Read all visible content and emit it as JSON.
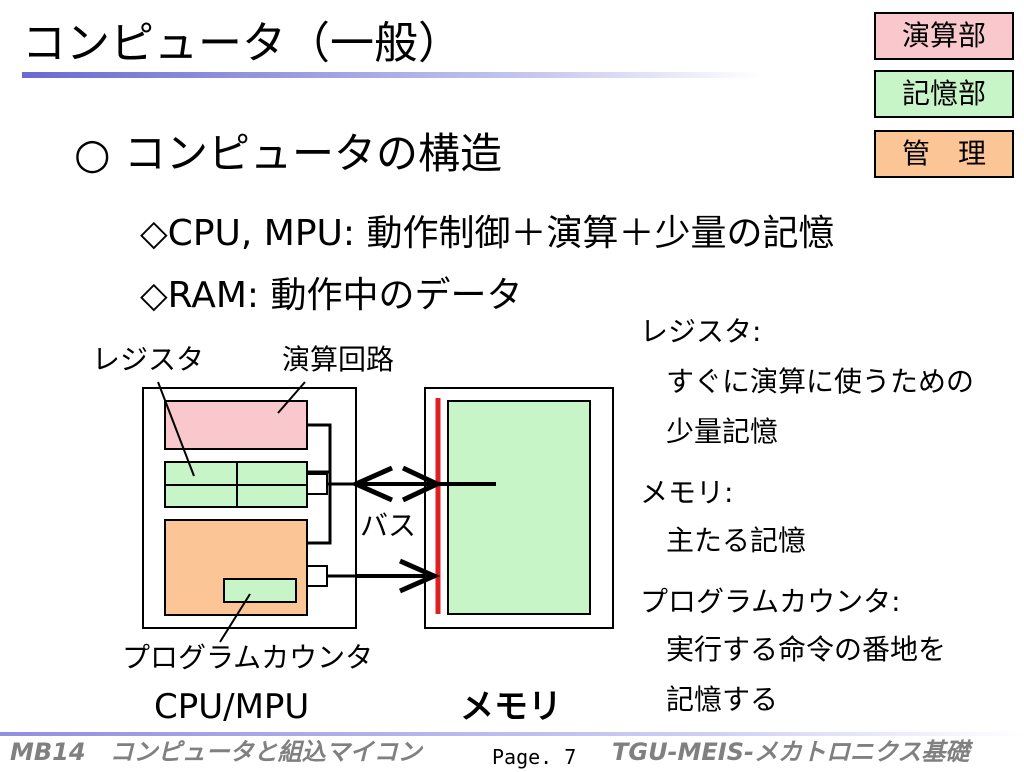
{
  "slide": {
    "title": "コンピュータ（一般）",
    "heading": "○ コンピュータの構造",
    "bullets": [
      "◇CPU, MPU: 動作制御＋演算＋少量の記憶",
      "◇RAM: 動作中のデータ"
    ]
  },
  "legend": {
    "alu": "演算部",
    "memory": "記憶部",
    "control": "管　理",
    "colors": {
      "alu": "#f9c8cc",
      "memory": "#c8f5c8",
      "control": "#fbc596",
      "bus": "#e02020"
    }
  },
  "diagram": {
    "register_label": "レジスタ",
    "alu_label": "演算回路",
    "bus_label": "バス",
    "pc_label": "プログラムカウンタ",
    "cpu_label": "CPU/MPU",
    "memory_label": "メモリ"
  },
  "notes": {
    "register_term": "レジスタ:",
    "register_desc_1": "すぐに演算に使うための",
    "register_desc_2": "少量記憶",
    "memory_term": "メモリ:",
    "memory_desc": "主たる記憶",
    "pc_term": "プログラムカウンタ:",
    "pc_desc_1": "実行する命令の番地を",
    "pc_desc_2": "記憶する"
  },
  "footer": {
    "left": "MB14　コンピュータと組込マイコン",
    "page": "Page. 7",
    "right": "TGU-MEIS-メカトロニクス基礎"
  }
}
